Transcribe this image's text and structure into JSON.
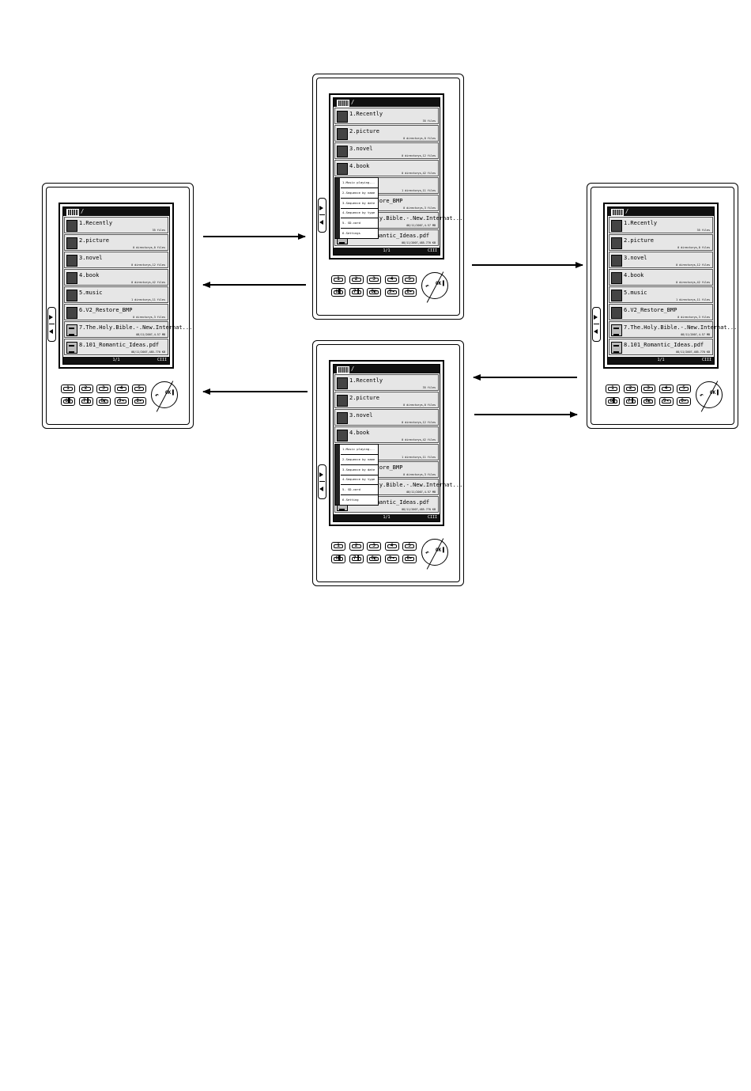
{
  "files": [
    {
      "icon": "folder-icon",
      "name": "1.Recently",
      "info": "35 files"
    },
    {
      "icon": "folder-icon",
      "name": "2.picture",
      "info": "0 directorys,0 files"
    },
    {
      "icon": "folder-icon",
      "name": "3.novel",
      "info": "0 directorys,12 files"
    },
    {
      "icon": "folder-icon",
      "name": "4.book",
      "info": "0 directorys,42 files"
    },
    {
      "icon": "folder-icon",
      "name": "5.music",
      "info": "1 directorys,11 files"
    },
    {
      "icon": "folder-icon",
      "name": "6.V2_Restore_BMP",
      "info": "0 directorys,3 files"
    },
    {
      "icon": "document-icon",
      "name": "7.The.Holy.Bible.-.New.Internat...",
      "info": "08/11/2007,4.57 MB"
    },
    {
      "icon": "document-icon",
      "name": "8.101_Romantic_Ideas.pdf",
      "info": "08/11/2007,485.770 KB"
    }
  ],
  "header": {
    "path": "/"
  },
  "statusbar": {
    "page": "1/1",
    "battery": "CIII"
  },
  "menu": [
    {
      "label": "1.Music playing..."
    },
    {
      "label": "2.Sequence by name"
    },
    {
      "label": "3.Sequence by date"
    },
    {
      "label": "4.Sequence by type"
    },
    {
      "label": "5. SD-card"
    },
    {
      "label": "6.Settings"
    }
  ],
  "menu_alt_last": "6.Setting",
  "keys": [
    {
      "label": "1"
    },
    {
      "label": "2"
    },
    {
      "label": "3"
    },
    {
      "label": "4"
    },
    {
      "label": "5"
    },
    {
      "label": "6▊"
    },
    {
      "label": "7▐"
    },
    {
      "label": "8◧"
    },
    {
      "label": "9◂"
    },
    {
      "label": "0▸"
    }
  ],
  "dpad": {
    "back": "↶",
    "ok": "OK▐"
  }
}
